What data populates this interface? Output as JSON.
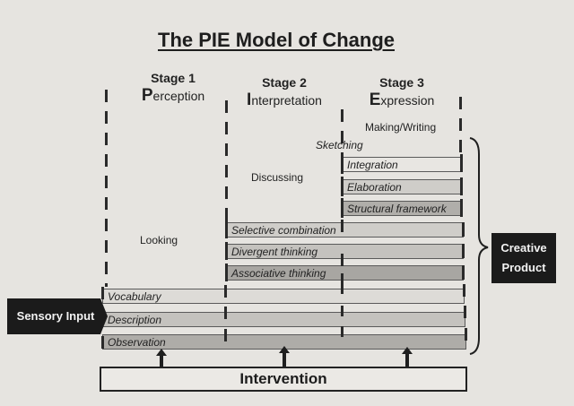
{
  "title": "The PIE Model of Change",
  "stages": [
    {
      "number": "Stage 1",
      "initial": "P",
      "rest": "erception"
    },
    {
      "number": "Stage 2",
      "initial": "I",
      "rest": "nterpretation"
    },
    {
      "number": "Stage 3",
      "initial": "E",
      "rest": "xpression"
    }
  ],
  "activities": {
    "looking": "Looking",
    "discussing": "Discussing",
    "sketching": "Sketching",
    "making_writing": "Making/Writing"
  },
  "stage3_bars": [
    "Integration",
    "Elaboration",
    "Structural framework"
  ],
  "stage2_bars": [
    "Selective combination",
    "Divergent thinking",
    "Associative thinking"
  ],
  "stage1_bars": [
    "Vocabulary",
    "Description",
    "Observation"
  ],
  "sensory_input": "Sensory Input",
  "creative_product": {
    "line1": "Creative",
    "line2": "Product"
  },
  "intervention": "Intervention",
  "colors": {
    "background": "#e6e4e0",
    "bar_light": "#dddbd7",
    "bar_mid": "#c4c2be",
    "bar_dark": "#a8a6a2",
    "black_box": "#1b1b1b"
  }
}
